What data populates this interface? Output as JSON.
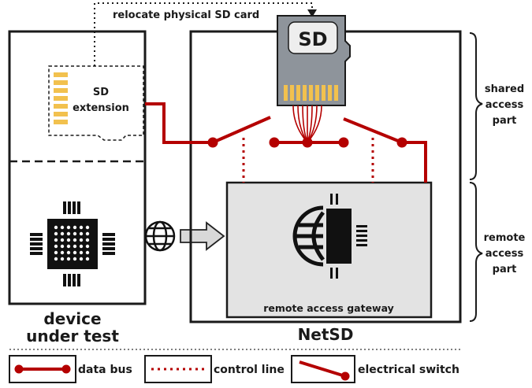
{
  "top_annotation": "relocate physical SD card",
  "sd_card_label": "SD",
  "sd_extension": {
    "line1": "SD",
    "line2": "extension"
  },
  "dut_label": {
    "line1": "device",
    "line2": "under test"
  },
  "netsd_label": "NetSD",
  "gateway_label": "remote access gateway",
  "shared_part": {
    "line1": "shared",
    "line2": "access",
    "line3": "part"
  },
  "remote_part": {
    "line1": "remote",
    "line2": "access",
    "line3": "part"
  },
  "legend": {
    "data_bus": "data bus",
    "control_line": "control line",
    "electrical_switch": "electrical switch"
  },
  "colors": {
    "bus": "#b40000",
    "gateway_fill": "#e3e3e3",
    "sd_fill": "#8e949b",
    "sd_pins": "#f2c14e"
  }
}
